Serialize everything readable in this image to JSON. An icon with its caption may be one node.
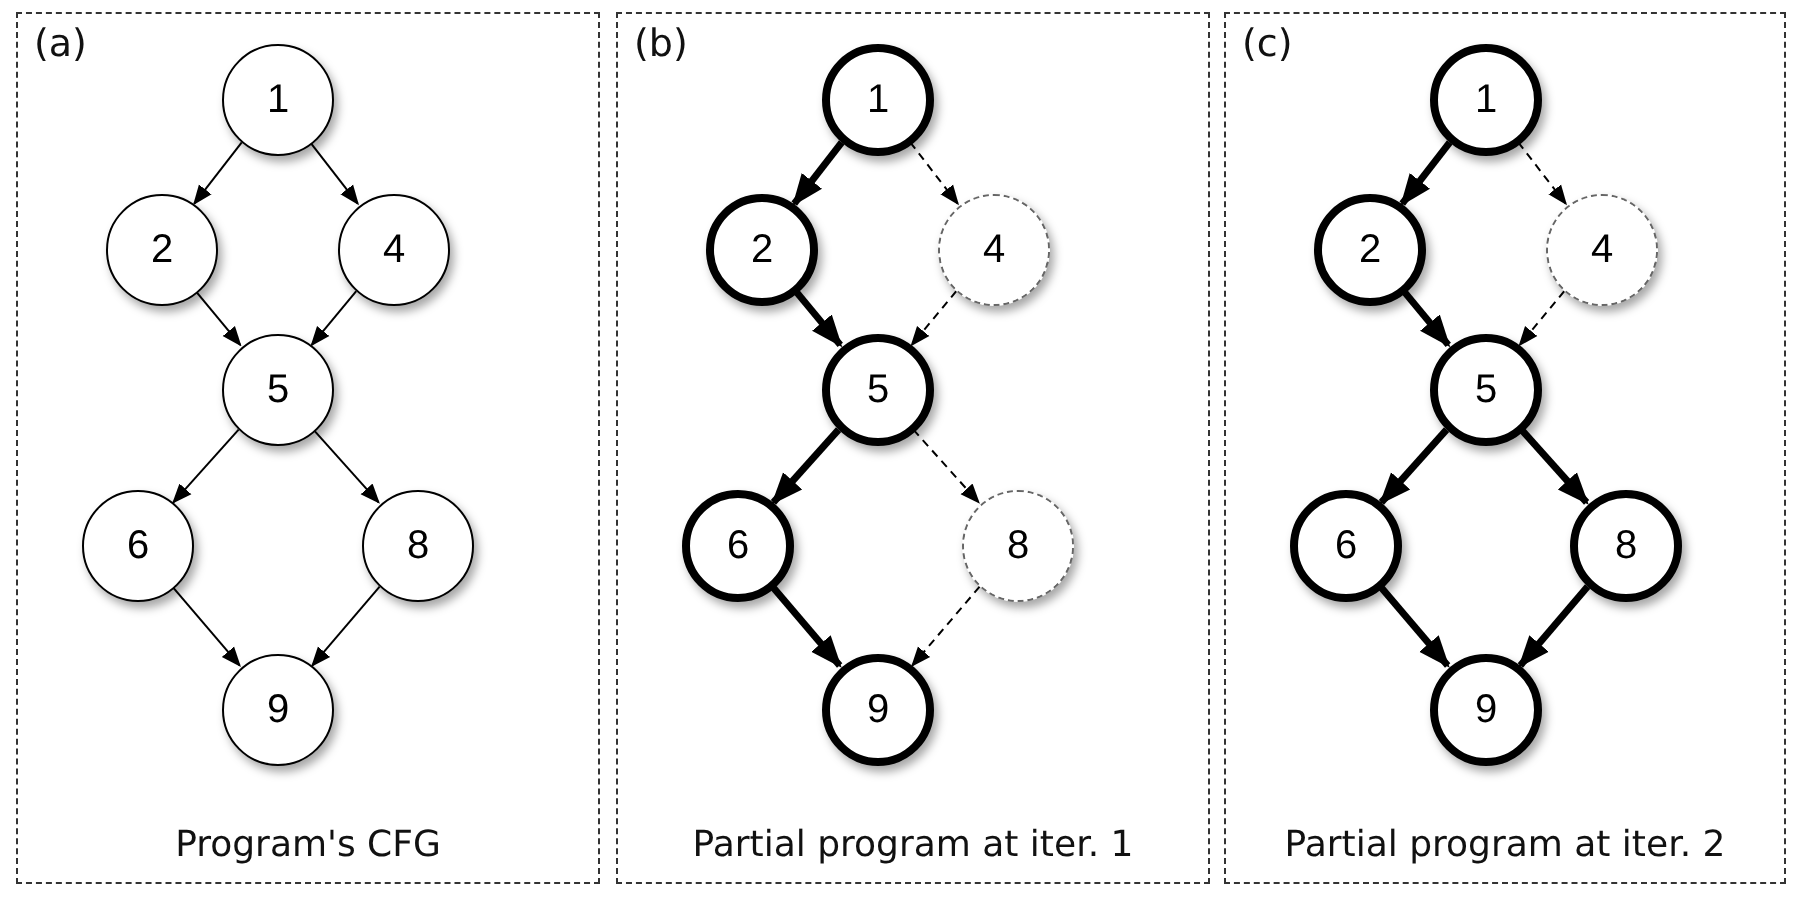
{
  "diagram": {
    "nodes": [
      {
        "text": [
          "(a)",
          "Program's CFG"
        ]
      },
      {
        "text": [
          "1"
        ],
        "in": 0
      },
      {
        "text": [
          "2"
        ],
        "in": 0
      },
      {
        "text": [
          "4"
        ],
        "in": 0
      },
      {
        "text": [
          "5"
        ],
        "in": 0
      },
      {
        "text": [
          "6"
        ],
        "in": 0
      },
      {
        "text": [
          "8"
        ],
        "in": 0
      },
      {
        "text": [
          "9"
        ],
        "in": 0
      },
      {
        "text": [
          "(b)",
          "Partial program at iter. 1"
        ]
      },
      {
        "text": [
          "1"
        ],
        "in": 8
      },
      {
        "text": [
          "2"
        ],
        "in": 8
      },
      {
        "text": [
          "4"
        ],
        "in": 8
      },
      {
        "text": [
          "5"
        ],
        "in": 8
      },
      {
        "text": [
          "6"
        ],
        "in": 8
      },
      {
        "text": [
          "8"
        ],
        "in": 8
      },
      {
        "text": [
          "9"
        ],
        "in": 8
      },
      {
        "text": [
          "(c)",
          "Partial program at iter. 2"
        ]
      },
      {
        "text": [
          "1"
        ],
        "in": 16
      },
      {
        "text": [
          "2"
        ],
        "in": 16
      },
      {
        "text": [
          "4"
        ],
        "in": 16
      },
      {
        "text": [
          "5"
        ],
        "in": 16
      },
      {
        "text": [
          "6"
        ],
        "in": 16
      },
      {
        "text": [
          "8"
        ],
        "in": 16
      },
      {
        "text": [
          "9"
        ],
        "in": 16
      }
    ],
    "edges": [
      {
        "from": 1,
        "to": 2,
        "arrow": "to"
      },
      {
        "from": 1,
        "to": 3,
        "arrow": "to"
      },
      {
        "from": 2,
        "to": 4,
        "arrow": "to"
      },
      {
        "from": 3,
        "to": 4,
        "arrow": "to"
      },
      {
        "from": 4,
        "to": 5,
        "arrow": "to"
      },
      {
        "from": 4,
        "to": 6,
        "arrow": "to"
      },
      {
        "from": 5,
        "to": 7,
        "arrow": "to"
      },
      {
        "from": 6,
        "to": 7,
        "arrow": "to"
      },
      {
        "from": 9,
        "to": 10,
        "arrow": "to",
        "style": "thick"
      },
      {
        "from": 9,
        "to": 11,
        "arrow": "to",
        "style": "dashed"
      },
      {
        "from": 10,
        "to": 12,
        "arrow": "to",
        "style": "thick"
      },
      {
        "from": 11,
        "to": 12,
        "arrow": "to",
        "style": "dashed"
      },
      {
        "from": 12,
        "to": 13,
        "arrow": "to",
        "style": "thick"
      },
      {
        "from": 12,
        "to": 14,
        "arrow": "to",
        "style": "dashed"
      },
      {
        "from": 13,
        "to": 15,
        "arrow": "to",
        "style": "thick"
      },
      {
        "from": 14,
        "to": 15,
        "arrow": "to",
        "style": "dashed"
      },
      {
        "from": 17,
        "to": 18,
        "arrow": "to",
        "style": "thick"
      },
      {
        "from": 17,
        "to": 19,
        "arrow": "to",
        "style": "dashed"
      },
      {
        "from": 18,
        "to": 20,
        "arrow": "to",
        "style": "thick"
      },
      {
        "from": 19,
        "to": 20,
        "arrow": "to",
        "style": "dashed"
      },
      {
        "from": 20,
        "to": 21,
        "arrow": "to",
        "style": "thick"
      },
      {
        "from": 20,
        "to": 22,
        "arrow": "to",
        "style": "thick"
      },
      {
        "from": 21,
        "to": 23,
        "arrow": "to",
        "style": "thick"
      },
      {
        "from": 22,
        "to": 23,
        "arrow": "to",
        "style": "thick"
      }
    ]
  }
}
